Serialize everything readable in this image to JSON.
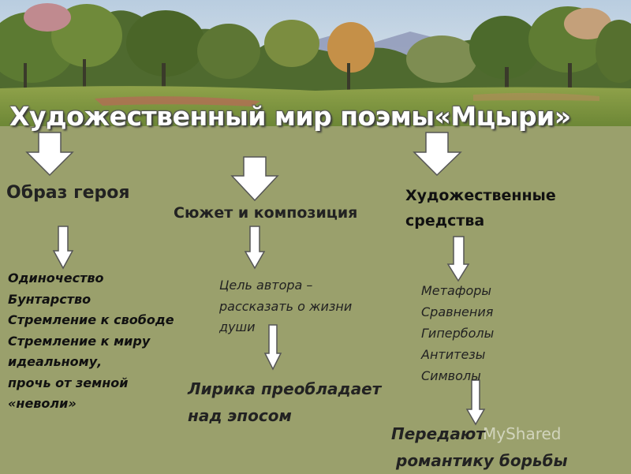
{
  "slide": {
    "title": "Художественный мир поэмы«Мцыри»",
    "columns": {
      "hero": {
        "heading": "Образ героя",
        "traits": [
          "Одиночество",
          "Бунтарство",
          "Стремление к свободе",
          "Стремление к миру",
          "идеальному,",
          "прочь от земной",
          "«неволи»"
        ]
      },
      "plot": {
        "heading": "Сюжет и композиция",
        "goal_lines": [
          "Цель автора –",
          "рассказать о жизни",
          "души"
        ],
        "conclusion_lines": [
          "Лирика преобладает",
          "над эпосом"
        ]
      },
      "means": {
        "heading_lines": [
          "Художественные",
          "средства"
        ],
        "devices": [
          "Метафоры",
          "Сравнения",
          "Гиперболы",
          "Антитезы",
          "Символы"
        ],
        "conclusion_lines": [
          "Передают",
          "романтику борьбы"
        ]
      }
    },
    "watermark": "MyShared"
  },
  "colors": {
    "background": "#9aa06c",
    "title_text": "#ffffff",
    "arrow_fill": "#ffffff",
    "arrow_stroke": "#555555"
  }
}
